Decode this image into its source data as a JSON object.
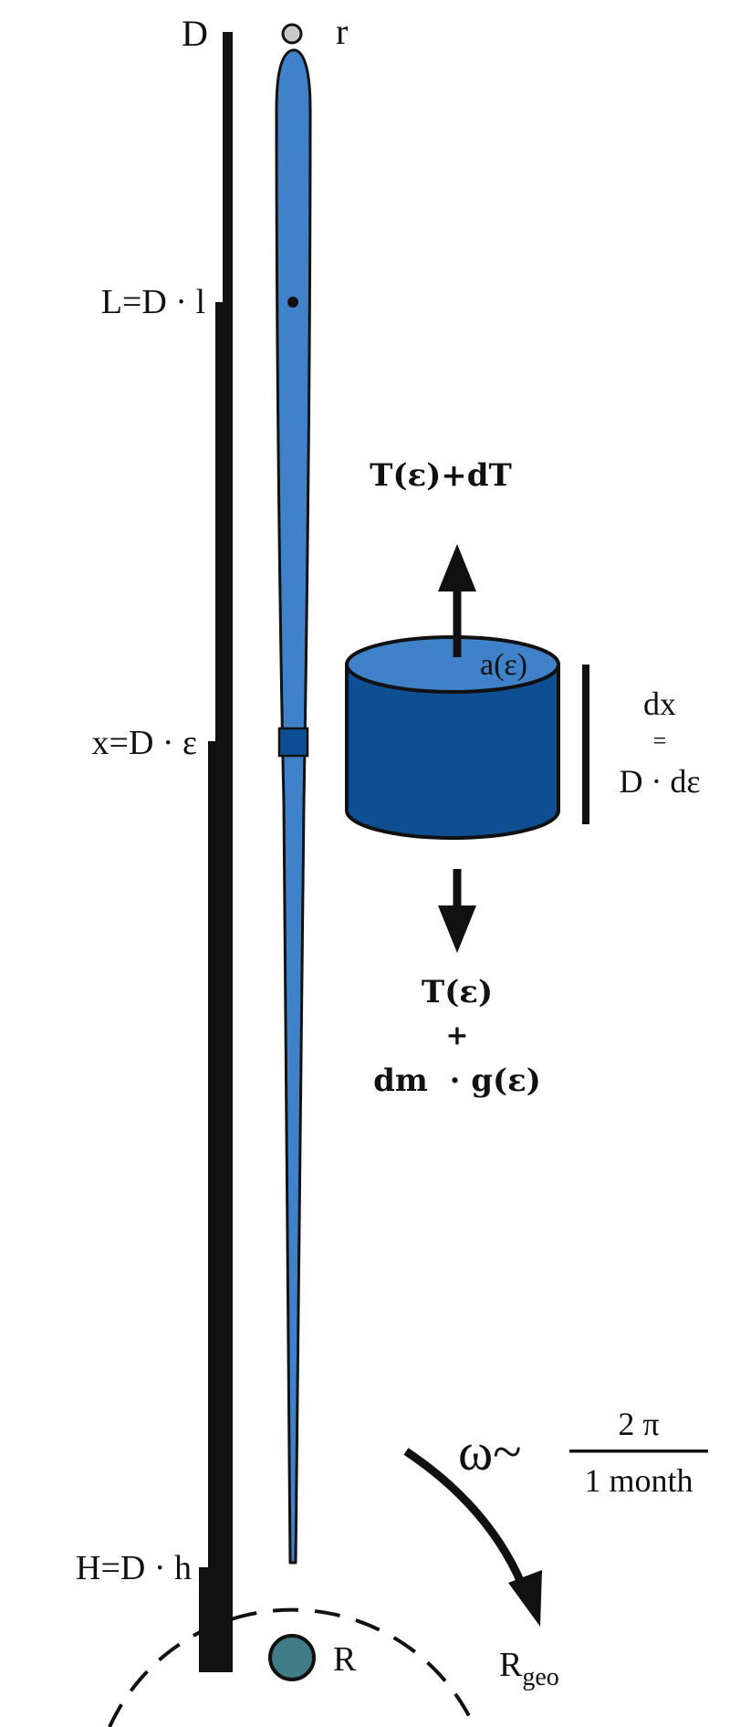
{
  "labels": {
    "top_length": "D",
    "tip_radius": "r",
    "l_position": "L=D · l",
    "x_position": "x=D · ε",
    "h_position": "H=D · h",
    "tension_up": "T(ε)+dT",
    "cross_section": "a(ε)",
    "dx": "dx",
    "equals": "=",
    "dx_expr": "D · dε",
    "tension_down": "T(ε)",
    "plus": "+",
    "weight": "dm  · g(ε)",
    "omega": "ω~",
    "omega_num": "2 π",
    "omega_den": "1 month",
    "planet_radius": "R",
    "geo_radius_base": "R",
    "geo_radius_sub": "geo"
  },
  "colors": {
    "tether_fill": "#3f82c9",
    "element_top": "#3f82c9",
    "element_side": "#0e4f93",
    "planet_fill": "#3f7c86",
    "tip_ball": "#c8c8c8",
    "stroke": "#111111"
  }
}
